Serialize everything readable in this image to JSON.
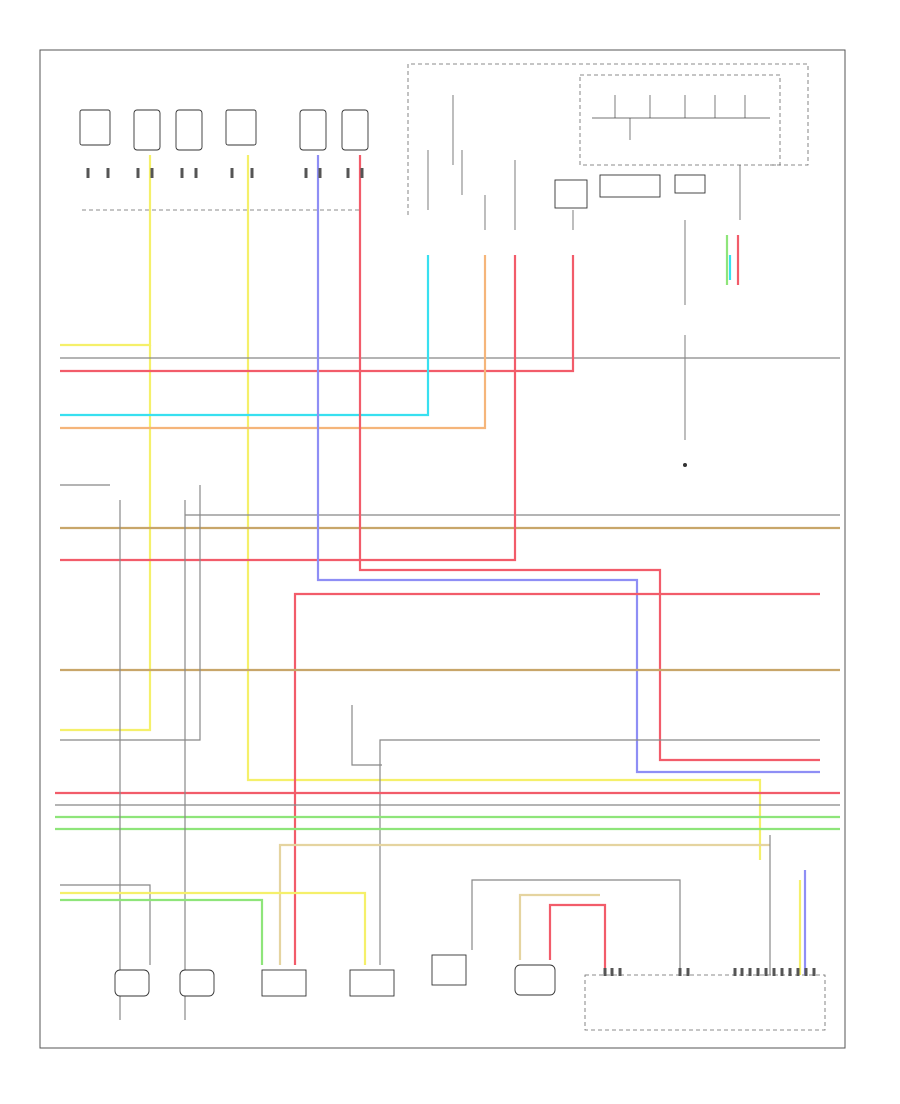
{
  "diagram": {
    "title": "",
    "colors": {
      "yellow": "#f5f06a",
      "cyan": "#38e0f0",
      "orange": "#f5b57a",
      "red": "#f25c6a",
      "blue": "#8e8ef5",
      "green": "#8ee57a",
      "tan": "#c8a66a",
      "gray": "#888888",
      "light_tan": "#e5d4a0"
    },
    "footer_code": "",
    "components": [
      {
        "id": "sw1",
        "label": ""
      },
      {
        "id": "sw2",
        "label": ""
      },
      {
        "id": "sw3",
        "label": ""
      },
      {
        "id": "sw4",
        "label": ""
      },
      {
        "id": "sw5",
        "label": ""
      },
      {
        "id": "sw6",
        "label": ""
      },
      {
        "id": "bot1",
        "label": ""
      },
      {
        "id": "bot2",
        "label": ""
      },
      {
        "id": "bot3",
        "label": ""
      },
      {
        "id": "bot4",
        "label": ""
      },
      {
        "id": "bot5",
        "label": ""
      },
      {
        "id": "bot6",
        "label": ""
      },
      {
        "id": "ecm",
        "label": ""
      }
    ]
  }
}
